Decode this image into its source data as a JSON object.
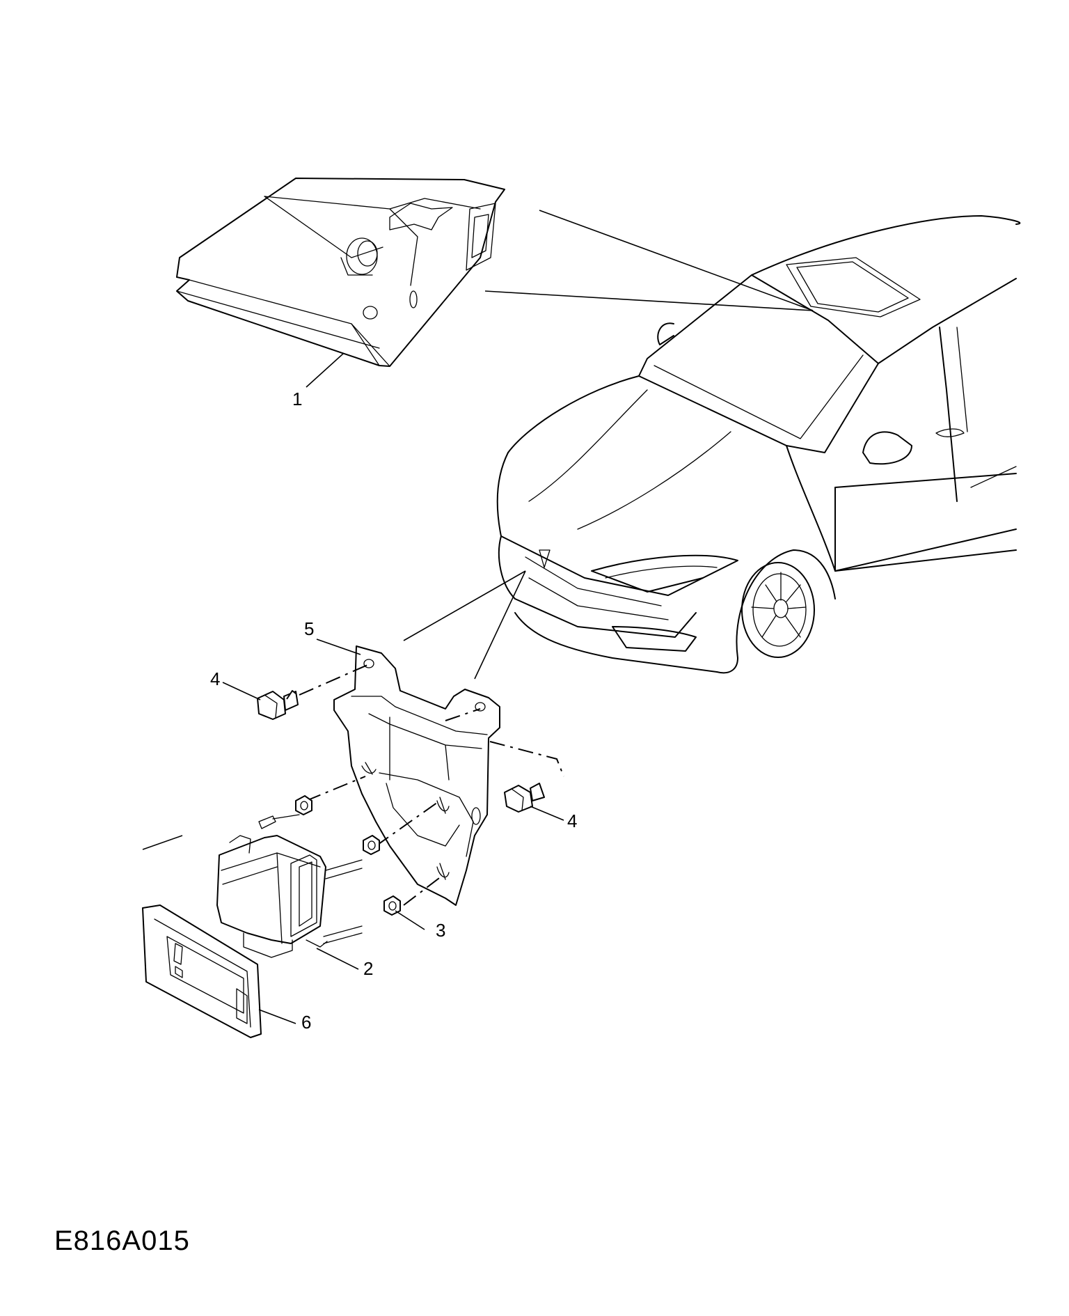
{
  "figure_code": "E816A015",
  "callouts": {
    "c1": "1",
    "c2": "2",
    "c3": "3",
    "c4a": "4",
    "c4b": "4",
    "c5": "5",
    "c6": "6"
  },
  "colors": {
    "line": "#000000",
    "background": "#ffffff"
  }
}
